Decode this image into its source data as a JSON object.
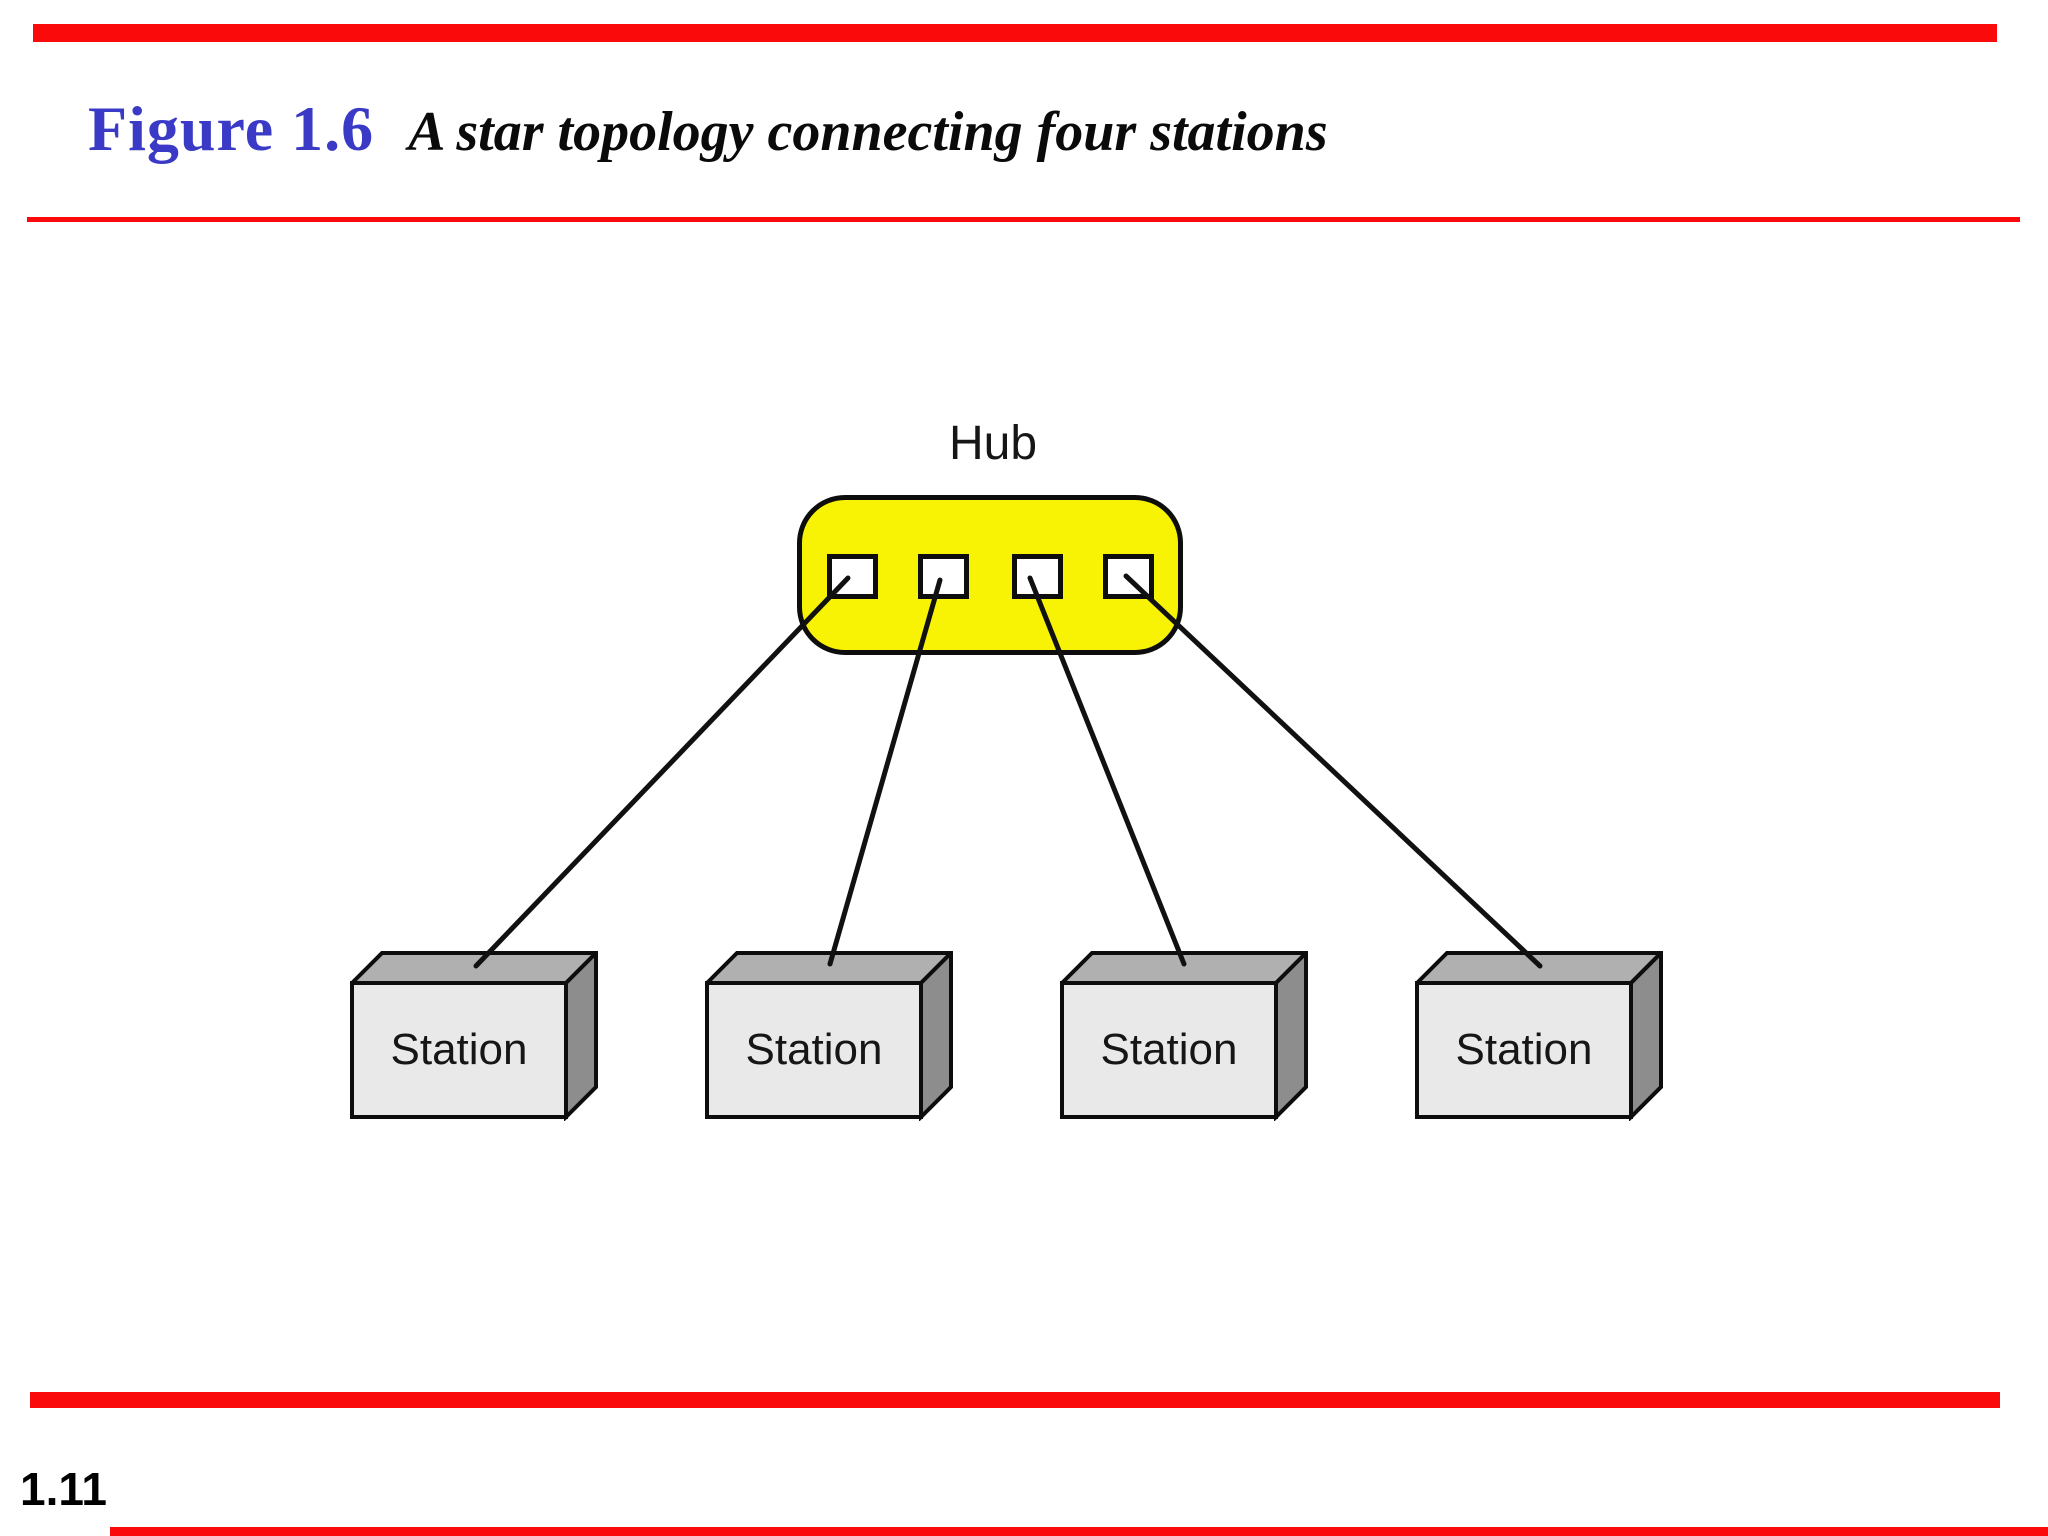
{
  "slide": {
    "figure_label": "Figure 1.6",
    "figure_caption": "A star topology connecting four stations",
    "page_number": "1.11"
  },
  "diagram": {
    "hub": {
      "label": "Hub",
      "port_count": 4
    },
    "stations": [
      {
        "label": "Station"
      },
      {
        "label": "Station"
      },
      {
        "label": "Station"
      },
      {
        "label": "Station"
      }
    ]
  },
  "colors": {
    "accent_red": "#fa0a0a",
    "figure_label_blue": "#3a3ac6",
    "hub_yellow": "#f8f304",
    "station_front": "#e9e9e9",
    "station_top": "#b0b0b0",
    "station_side": "#8d8d8d",
    "line_black": "#111111"
  }
}
